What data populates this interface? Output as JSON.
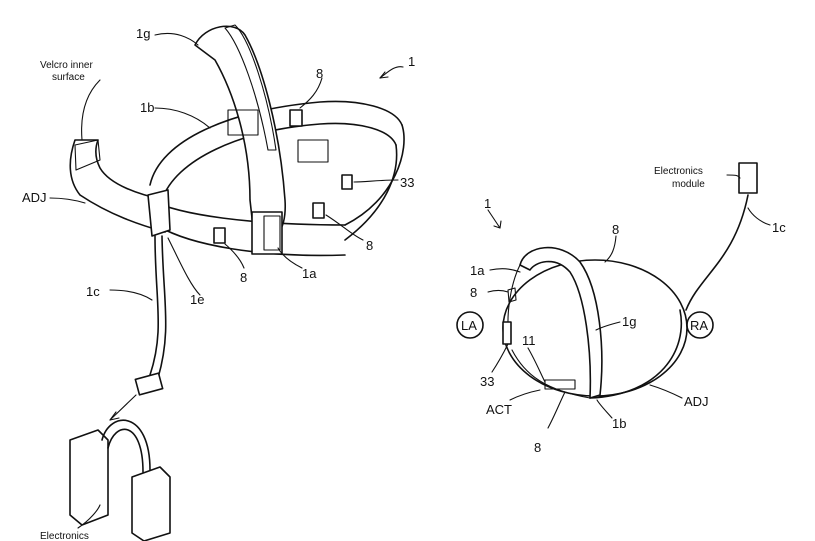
{
  "labels": {
    "velcro": [
      "Velcro inner",
      "surface"
    ],
    "fig1_ref": "1",
    "fig1_1g": "1g",
    "fig1_1b": "1b",
    "fig1_8_top": "8",
    "fig1_33": "33",
    "fig1_adj": "ADJ",
    "fig1_8_right": "8",
    "fig1_1a": "1a",
    "fig1_8_bottom": "8",
    "fig1_1e": "1e",
    "fig1_1c": "1c",
    "fig1_electronics": "Electronics",
    "fig2_ref": "1",
    "fig2_module": [
      "Electronics",
      "module"
    ],
    "fig2_1c": "1c",
    "fig2_8_top": "8",
    "fig2_1a": "1a",
    "fig2_8_left": "8",
    "fig2_la": "LA",
    "fig2_ra": "RA",
    "fig2_11": "11",
    "fig2_1g": "1g",
    "fig2_33": "33",
    "fig2_act": "ACT",
    "fig2_adj": "ADJ",
    "fig2_1b": "1b",
    "fig2_8_bottom": "8"
  }
}
